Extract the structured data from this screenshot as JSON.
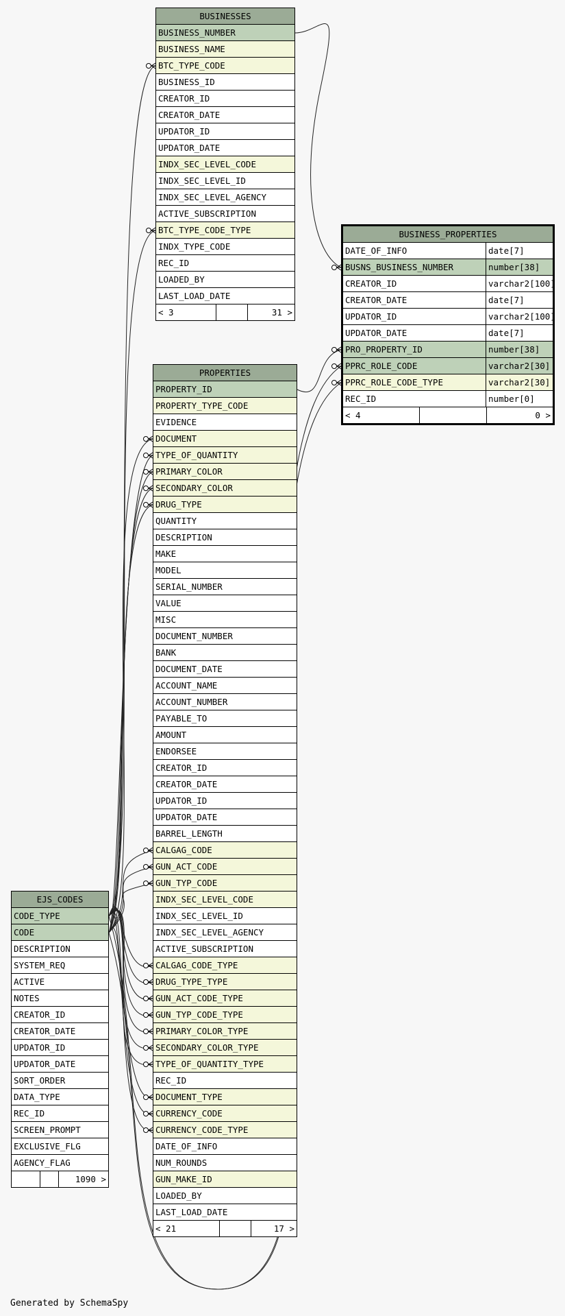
{
  "footer_text": "Generated by SchemaSpy",
  "tables": {
    "businesses": {
      "name": "BUSINESSES",
      "rows": [
        {
          "name": "BUSINESS_NUMBER",
          "kind": "pk"
        },
        {
          "name": "BUSINESS_NAME",
          "kind": "fk"
        },
        {
          "name": "BTC_TYPE_CODE",
          "kind": "fk"
        },
        {
          "name": "BUSINESS_ID",
          "kind": "plain"
        },
        {
          "name": "CREATOR_ID",
          "kind": "plain"
        },
        {
          "name": "CREATOR_DATE",
          "kind": "plain"
        },
        {
          "name": "UPDATOR_ID",
          "kind": "plain"
        },
        {
          "name": "UPDATOR_DATE",
          "kind": "plain"
        },
        {
          "name": "INDX_SEC_LEVEL_CODE",
          "kind": "fk"
        },
        {
          "name": "INDX_SEC_LEVEL_ID",
          "kind": "plain"
        },
        {
          "name": "INDX_SEC_LEVEL_AGENCY",
          "kind": "plain"
        },
        {
          "name": "ACTIVE_SUBSCRIPTION",
          "kind": "plain"
        },
        {
          "name": "BTC_TYPE_CODE_TYPE",
          "kind": "fk"
        },
        {
          "name": "INDX_TYPE_CODE",
          "kind": "plain"
        },
        {
          "name": "REC_ID",
          "kind": "plain"
        },
        {
          "name": "LOADED_BY",
          "kind": "plain"
        },
        {
          "name": "LAST_LOAD_DATE",
          "kind": "plain"
        }
      ],
      "footer": {
        "left": "< 3",
        "middle": "",
        "right": "31 >"
      }
    },
    "business_properties": {
      "name": "BUSINESS_PROPERTIES",
      "rows": [
        {
          "name": "DATE_OF_INFO",
          "type": "date[7]",
          "kind": "plain"
        },
        {
          "name": "BUSNS_BUSINESS_NUMBER",
          "type": "number[38]",
          "kind": "pk"
        },
        {
          "name": "CREATOR_ID",
          "type": "varchar2[100]",
          "kind": "plain"
        },
        {
          "name": "CREATOR_DATE",
          "type": "date[7]",
          "kind": "plain"
        },
        {
          "name": "UPDATOR_ID",
          "type": "varchar2[100]",
          "kind": "plain"
        },
        {
          "name": "UPDATOR_DATE",
          "type": "date[7]",
          "kind": "plain"
        },
        {
          "name": "PRO_PROPERTY_ID",
          "type": "number[38]",
          "kind": "pk"
        },
        {
          "name": "PPRC_ROLE_CODE",
          "type": "varchar2[30]",
          "kind": "pk"
        },
        {
          "name": "PPRC_ROLE_CODE_TYPE",
          "type": "varchar2[30]",
          "kind": "fk"
        },
        {
          "name": "REC_ID",
          "type": "number[0]",
          "kind": "plain"
        }
      ],
      "footer": {
        "left": "< 4",
        "middle": "",
        "right": "0 >"
      }
    },
    "properties": {
      "name": "PROPERTIES",
      "rows": [
        {
          "name": "PROPERTY_ID",
          "kind": "pk"
        },
        {
          "name": "PROPERTY_TYPE_CODE",
          "kind": "fk"
        },
        {
          "name": "EVIDENCE",
          "kind": "plain"
        },
        {
          "name": "DOCUMENT",
          "kind": "fk"
        },
        {
          "name": "TYPE_OF_QUANTITY",
          "kind": "fk"
        },
        {
          "name": "PRIMARY_COLOR",
          "kind": "fk"
        },
        {
          "name": "SECONDARY_COLOR",
          "kind": "fk"
        },
        {
          "name": "DRUG_TYPE",
          "kind": "fk"
        },
        {
          "name": "QUANTITY",
          "kind": "plain"
        },
        {
          "name": "DESCRIPTION",
          "kind": "plain"
        },
        {
          "name": "MAKE",
          "kind": "plain"
        },
        {
          "name": "MODEL",
          "kind": "plain"
        },
        {
          "name": "SERIAL_NUMBER",
          "kind": "plain"
        },
        {
          "name": "VALUE",
          "kind": "plain"
        },
        {
          "name": "MISC",
          "kind": "plain"
        },
        {
          "name": "DOCUMENT_NUMBER",
          "kind": "plain"
        },
        {
          "name": "BANK",
          "kind": "plain"
        },
        {
          "name": "DOCUMENT_DATE",
          "kind": "plain"
        },
        {
          "name": "ACCOUNT_NAME",
          "kind": "plain"
        },
        {
          "name": "ACCOUNT_NUMBER",
          "kind": "plain"
        },
        {
          "name": "PAYABLE_TO",
          "kind": "plain"
        },
        {
          "name": "AMOUNT",
          "kind": "plain"
        },
        {
          "name": "ENDORSEE",
          "kind": "plain"
        },
        {
          "name": "CREATOR_ID",
          "kind": "plain"
        },
        {
          "name": "CREATOR_DATE",
          "kind": "plain"
        },
        {
          "name": "UPDATOR_ID",
          "kind": "plain"
        },
        {
          "name": "UPDATOR_DATE",
          "kind": "plain"
        },
        {
          "name": "BARREL_LENGTH",
          "kind": "plain"
        },
        {
          "name": "CALGAG_CODE",
          "kind": "fk"
        },
        {
          "name": "GUN_ACT_CODE",
          "kind": "fk"
        },
        {
          "name": "GUN_TYP_CODE",
          "kind": "fk"
        },
        {
          "name": "INDX_SEC_LEVEL_CODE",
          "kind": "fk"
        },
        {
          "name": "INDX_SEC_LEVEL_ID",
          "kind": "plain"
        },
        {
          "name": "INDX_SEC_LEVEL_AGENCY",
          "kind": "plain"
        },
        {
          "name": "ACTIVE_SUBSCRIPTION",
          "kind": "plain"
        },
        {
          "name": "CALGAG_CODE_TYPE",
          "kind": "fk"
        },
        {
          "name": "DRUG_TYPE_TYPE",
          "kind": "fk"
        },
        {
          "name": "GUN_ACT_CODE_TYPE",
          "kind": "fk"
        },
        {
          "name": "GUN_TYP_CODE_TYPE",
          "kind": "fk"
        },
        {
          "name": "PRIMARY_COLOR_TYPE",
          "kind": "fk"
        },
        {
          "name": "SECONDARY_COLOR_TYPE",
          "kind": "fk"
        },
        {
          "name": "TYPE_OF_QUANTITY_TYPE",
          "kind": "fk"
        },
        {
          "name": "REC_ID",
          "kind": "plain"
        },
        {
          "name": "DOCUMENT_TYPE",
          "kind": "fk"
        },
        {
          "name": "CURRENCY_CODE",
          "kind": "fk"
        },
        {
          "name": "CURRENCY_CODE_TYPE",
          "kind": "fk"
        },
        {
          "name": "DATE_OF_INFO",
          "kind": "plain"
        },
        {
          "name": "NUM_ROUNDS",
          "kind": "plain"
        },
        {
          "name": "GUN_MAKE_ID",
          "kind": "fk"
        },
        {
          "name": "LOADED_BY",
          "kind": "plain"
        },
        {
          "name": "LAST_LOAD_DATE",
          "kind": "plain"
        }
      ],
      "footer": {
        "left": "< 21",
        "middle": "",
        "right": "17 >"
      }
    },
    "ejs_codes": {
      "name": "EJS_CODES",
      "rows": [
        {
          "name": "CODE_TYPE",
          "kind": "pk"
        },
        {
          "name": "CODE",
          "kind": "pk"
        },
        {
          "name": "DESCRIPTION",
          "kind": "plain"
        },
        {
          "name": "SYSTEM_REQ",
          "kind": "plain"
        },
        {
          "name": "ACTIVE",
          "kind": "plain"
        },
        {
          "name": "NOTES",
          "kind": "plain"
        },
        {
          "name": "CREATOR_ID",
          "kind": "plain"
        },
        {
          "name": "CREATOR_DATE",
          "kind": "plain"
        },
        {
          "name": "UPDATOR_ID",
          "kind": "plain"
        },
        {
          "name": "UPDATOR_DATE",
          "kind": "plain"
        },
        {
          "name": "SORT_ORDER",
          "kind": "plain"
        },
        {
          "name": "DATA_TYPE",
          "kind": "plain"
        },
        {
          "name": "REC_ID",
          "kind": "plain"
        },
        {
          "name": "SCREEN_PROMPT",
          "kind": "plain"
        },
        {
          "name": "EXCLUSIVE_FLG",
          "kind": "plain"
        },
        {
          "name": "AGENCY_FLAG",
          "kind": "plain"
        }
      ],
      "footer": {
        "left": "",
        "middle": "",
        "right": "1090 >"
      }
    }
  },
  "relationships": [
    {
      "from": "business_properties.BUSNS_BUSINESS_NUMBER",
      "to": "businesses.BUSINESS_NUMBER"
    },
    {
      "from": "business_properties.PRO_PROPERTY_ID",
      "to": "properties.PROPERTY_ID"
    },
    {
      "from": "business_properties.PPRC_ROLE_CODE",
      "to": "ejs_codes.CODE"
    },
    {
      "from": "business_properties.PPRC_ROLE_CODE_TYPE",
      "to": "ejs_codes.CODE_TYPE"
    },
    {
      "from": "businesses.BTC_TYPE_CODE",
      "to": "ejs_codes.CODE"
    },
    {
      "from": "businesses.BTC_TYPE_CODE_TYPE",
      "to": "ejs_codes.CODE_TYPE"
    },
    {
      "from": "properties.DOCUMENT",
      "to": "ejs_codes.CODE"
    },
    {
      "from": "properties.TYPE_OF_QUANTITY",
      "to": "ejs_codes.CODE"
    },
    {
      "from": "properties.PRIMARY_COLOR",
      "to": "ejs_codes.CODE"
    },
    {
      "from": "properties.SECONDARY_COLOR",
      "to": "ejs_codes.CODE"
    },
    {
      "from": "properties.DRUG_TYPE",
      "to": "ejs_codes.CODE"
    },
    {
      "from": "properties.CALGAG_CODE",
      "to": "ejs_codes.CODE"
    },
    {
      "from": "properties.GUN_ACT_CODE",
      "to": "ejs_codes.CODE"
    },
    {
      "from": "properties.GUN_TYP_CODE",
      "to": "ejs_codes.CODE"
    },
    {
      "from": "properties.CALGAG_CODE_TYPE",
      "to": "ejs_codes.CODE_TYPE"
    },
    {
      "from": "properties.DRUG_TYPE_TYPE",
      "to": "ejs_codes.CODE_TYPE"
    },
    {
      "from": "properties.GUN_ACT_CODE_TYPE",
      "to": "ejs_codes.CODE_TYPE"
    },
    {
      "from": "properties.GUN_TYP_CODE_TYPE",
      "to": "ejs_codes.CODE_TYPE"
    },
    {
      "from": "properties.PRIMARY_COLOR_TYPE",
      "to": "ejs_codes.CODE_TYPE"
    },
    {
      "from": "properties.SECONDARY_COLOR_TYPE",
      "to": "ejs_codes.CODE_TYPE"
    },
    {
      "from": "properties.TYPE_OF_QUANTITY_TYPE",
      "to": "ejs_codes.CODE_TYPE"
    },
    {
      "from": "properties.DOCUMENT_TYPE",
      "to": "ejs_codes.CODE_TYPE"
    },
    {
      "from": "properties.CURRENCY_CODE",
      "to": "ejs_codes.CODE"
    },
    {
      "from": "properties.CURRENCY_CODE_TYPE",
      "to": "ejs_codes.CODE_TYPE"
    }
  ]
}
